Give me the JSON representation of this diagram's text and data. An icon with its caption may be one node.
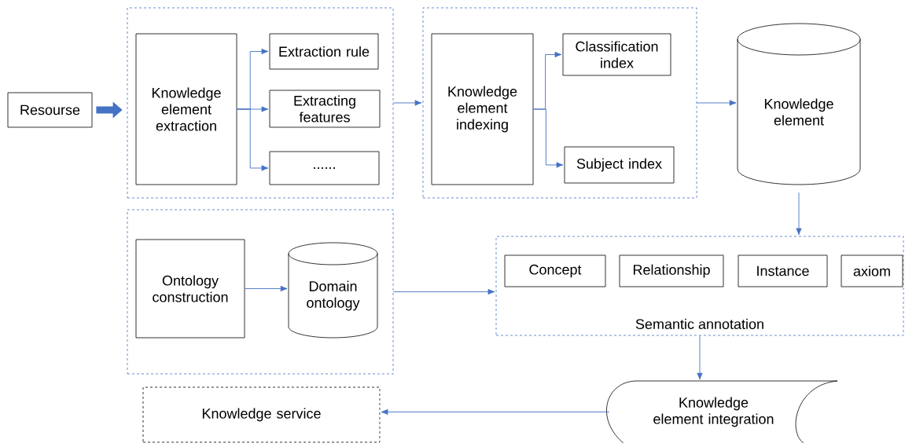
{
  "diagram": {
    "nodes": [
      {
        "text": [
          "Resourse"
        ]
      },
      {
        "text": [],
        "shape": "box"
      },
      {
        "text": [
          "Knowledge element extraction"
        ],
        "in": 1
      },
      {
        "text": [
          "Extraction rule"
        ],
        "in": 1
      },
      {
        "text": [
          "Extracting features"
        ],
        "in": 1
      },
      {
        "text": [
          "......"
        ],
        "in": 1
      },
      {
        "text": [],
        "shape": "box"
      },
      {
        "text": [
          "Knowledge element indexing"
        ],
        "in": 6
      },
      {
        "text": [
          "Classification index"
        ],
        "in": 6
      },
      {
        "text": [
          "Subject index"
        ],
        "in": 6
      },
      {
        "text": [
          "Knowledge element"
        ]
      },
      {
        "text": [],
        "shape": "box"
      },
      {
        "text": [
          "Ontology construction"
        ],
        "in": 11
      },
      {
        "text": [
          "Domain ontology"
        ],
        "in": 11
      },
      {
        "text": [
          "Semantic annotation"
        ]
      },
      {
        "text": [
          "Concept"
        ],
        "in": 14
      },
      {
        "text": [
          "Relationship"
        ],
        "in": 14
      },
      {
        "text": [
          "Instance"
        ],
        "in": 14
      },
      {
        "text": [
          "axiom"
        ],
        "in": 14
      },
      {
        "text": [
          "Knowledge element integration"
        ]
      },
      {
        "text": [
          "Knowledge service"
        ]
      }
    ],
    "edges": [
      {
        "from": 0,
        "to": 1,
        "arrow": "to",
        "style": "thick"
      },
      {
        "from": 2,
        "to": 3,
        "arrow": "to"
      },
      {
        "from": 2,
        "to": 4,
        "arrow": "to"
      },
      {
        "from": 2,
        "to": 5,
        "arrow": "to"
      },
      {
        "from": 1,
        "to": 6,
        "arrow": "to"
      },
      {
        "from": 7,
        "to": 8,
        "arrow": "to"
      },
      {
        "from": 7,
        "to": 9,
        "arrow": "to"
      },
      {
        "from": 6,
        "to": 10,
        "arrow": "to"
      },
      {
        "from": 10,
        "to": 14,
        "arrow": "to"
      },
      {
        "from": 12,
        "to": 13,
        "arrow": "to"
      },
      {
        "from": 11,
        "to": 14,
        "arrow": "to"
      },
      {
        "from": 14,
        "to": 19,
        "arrow": "to"
      },
      {
        "from": 19,
        "to": 20,
        "arrow": "to"
      }
    ]
  }
}
